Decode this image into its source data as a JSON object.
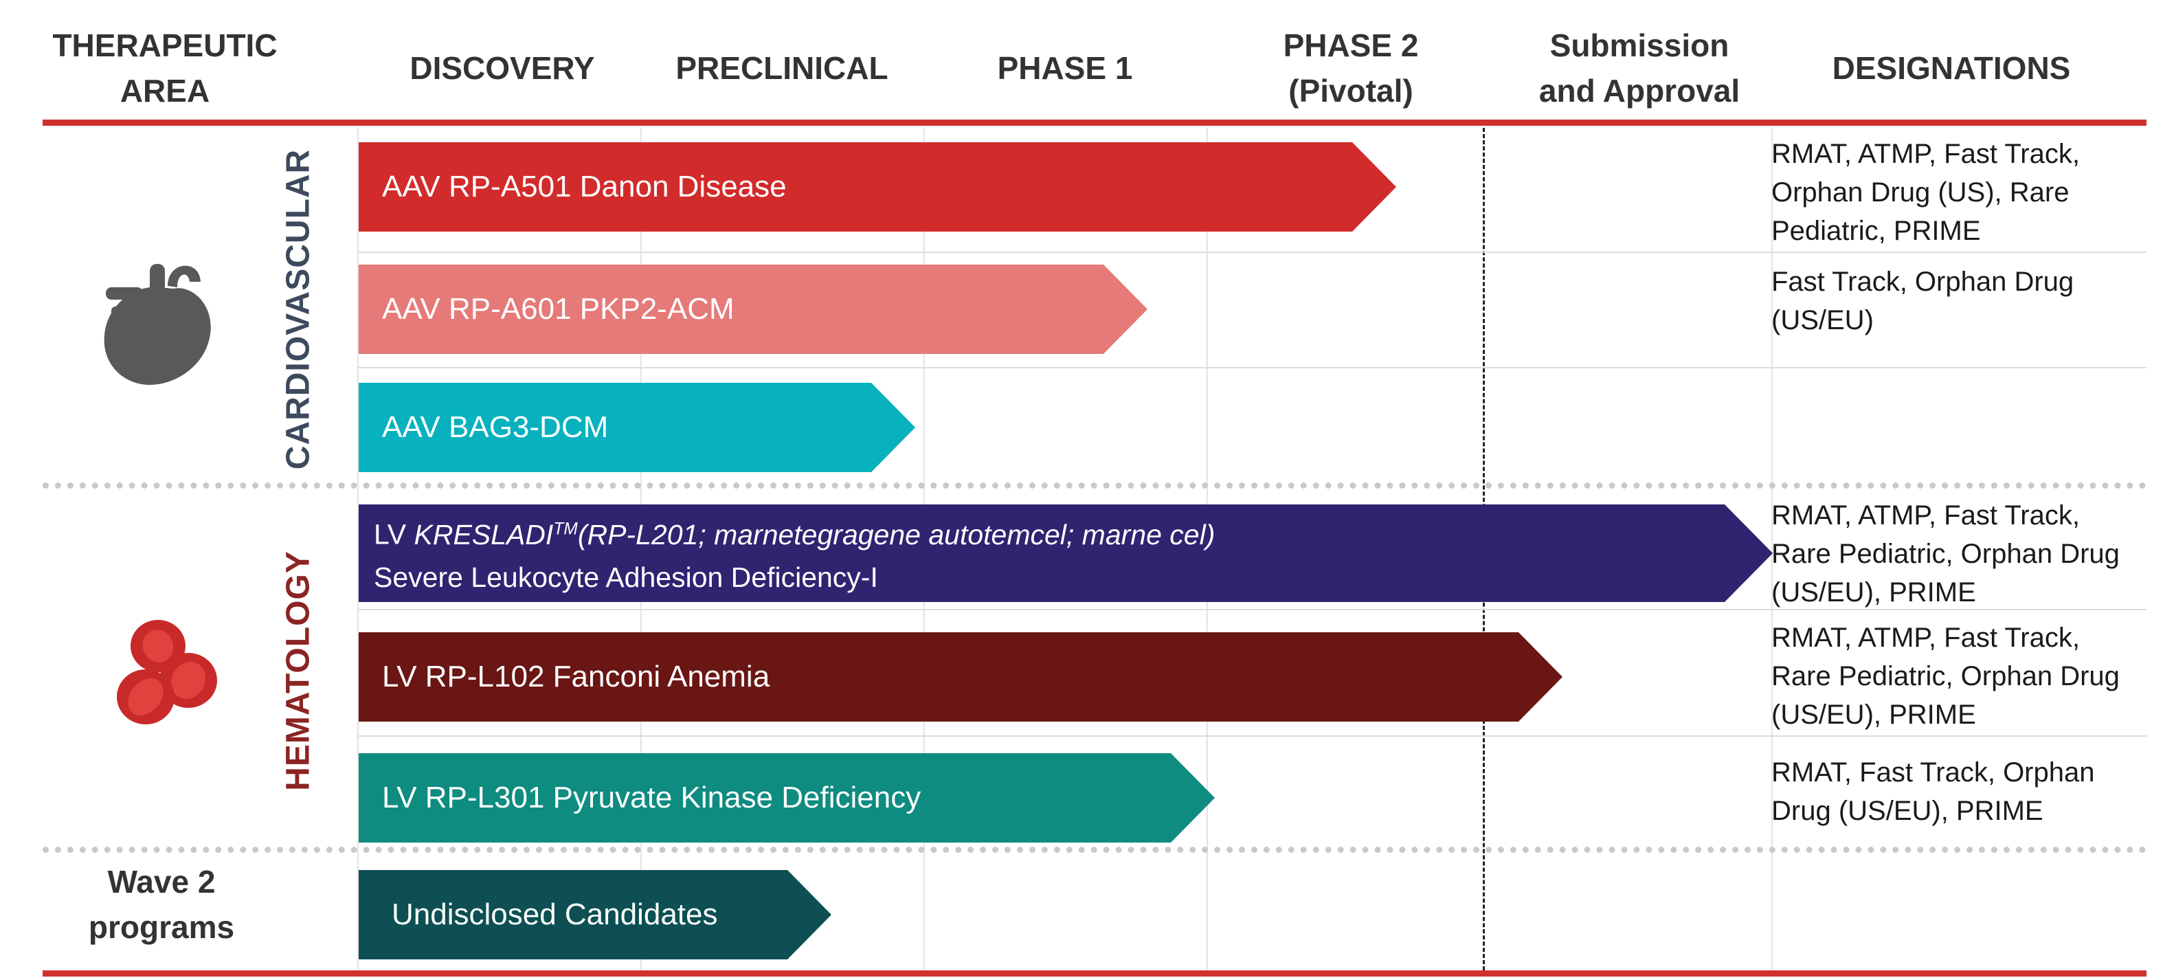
{
  "headers": {
    "therapeutic_area": "THERAPEUTIC\nAREA",
    "discovery": "DISCOVERY",
    "preclinical": "PRECLINICAL",
    "phase1": "PHASE 1",
    "phase2": "PHASE 2\n(Pivotal)",
    "submission": "Submission\nand Approval",
    "designations": "DESIGNATIONS"
  },
  "areas": {
    "cardiovascular": "CARDIOVASCULAR",
    "hematology": "HEMATOLOGY",
    "wave2": "Wave 2\nprograms"
  },
  "programs": {
    "p1": {
      "label": "AAV RP-A501 Danon Disease",
      "designations": "RMAT, ATMP, Fast Track, Orphan Drug (US), Rare Pediatric, PRIME"
    },
    "p2": {
      "label": "AAV RP-A601 PKP2-ACM",
      "designations": "Fast Track, Orphan Drug (US/EU)"
    },
    "p3": {
      "label": "AAV BAG3-DCM",
      "designations": ""
    },
    "p4": {
      "prefix": "LV ",
      "name": "KRESLADI",
      "tm": "TM",
      "detail": "(RP-L201; marnetegragene autotemcel; marne cel)",
      "line2": "Severe Leukocyte Adhesion Deficiency-I",
      "designations": "RMAT, ATMP, Fast Track, Rare Pediatric, Orphan Drug (US/EU), PRIME"
    },
    "p5": {
      "label": "LV RP-L102 Fanconi Anemia",
      "designations": "RMAT, ATMP, Fast Track, Rare Pediatric, Orphan Drug (US/EU), PRIME"
    },
    "p6": {
      "label": "LV RP-L301 Pyruvate Kinase Deficiency",
      "designations": "RMAT, Fast Track, Orphan Drug (US/EU), PRIME"
    },
    "p7": {
      "label": "Undisclosed Candidates",
      "designations": ""
    }
  },
  "colors": {
    "danon": "#d22b2b",
    "pkp2": "#e57a78",
    "bag3": "#08b1be",
    "kresladi": "#2f2470",
    "fanconi": "#6a1614",
    "pkd": "#0e8c80",
    "undisclosed": "#0d4f52",
    "rule": "#d0302f",
    "cardio_label": "#3d4a5e",
    "hema_label": "#8b2423",
    "heart_icon": "#595959",
    "cell_icon": "#c82a2a"
  },
  "icons": {
    "cardiovascular": "heart-icon",
    "hematology": "red-blood-cells-icon"
  }
}
